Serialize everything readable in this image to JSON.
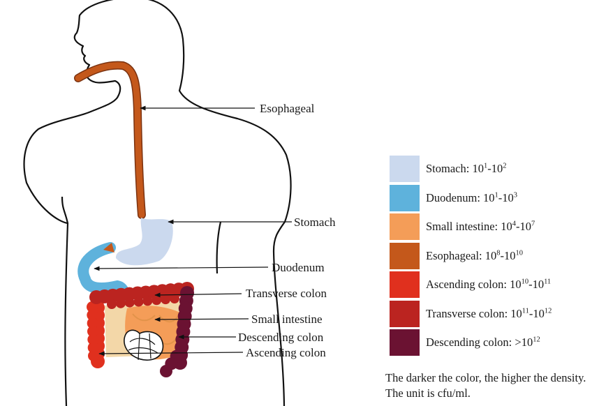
{
  "labels": {
    "esophageal": "Esophageal",
    "stomach": "Stomach",
    "duodenum": "Duodenum",
    "transverse_colon": "Transverse colon",
    "small_intestine": "Small intestine",
    "descending_colon": "Descending colon",
    "ascending_colon": "Ascending colon"
  },
  "legend": [
    {
      "name": "Stomach: ",
      "low_base": "10",
      "low_exp": "1",
      "sep": "-",
      "high_base": "10",
      "high_exp": "2",
      "color": "#cbd9ee"
    },
    {
      "name": "Duodenum: ",
      "low_base": "10",
      "low_exp": "1",
      "sep": "-",
      "high_base": "10",
      "high_exp": "3",
      "color": "#5eb2dc"
    },
    {
      "name": "Small intestine: ",
      "low_base": "10",
      "low_exp": "4",
      "sep": "-",
      "high_base": "10",
      "high_exp": "7",
      "color": "#f49d58"
    },
    {
      "name": "Esophageal: ",
      "low_base": "10",
      "low_exp": "8",
      "sep": "-",
      "high_base": "10",
      "high_exp": "10",
      "color": "#c4581b"
    },
    {
      "name": "Ascending colon: ",
      "low_base": "10",
      "low_exp": "10",
      "sep": "-",
      "high_base": "10",
      "high_exp": "11",
      "color": "#e0301e"
    },
    {
      "name": "Transverse colon: ",
      "low_base": "10",
      "low_exp": "11",
      "sep": "-",
      "high_base": "10",
      "high_exp": "12",
      "color": "#bb2420"
    },
    {
      "name": "Descending colon: ",
      "low_base": ">10",
      "low_exp": "12",
      "sep": "",
      "high_base": "",
      "high_exp": "",
      "color": "#6b1232"
    }
  ],
  "note": "The darker the color, the higher the density. The unit is cfu/ml.",
  "colors": {
    "stomach": "#cbd9ee",
    "duodenum": "#5eb2dc",
    "small_intestine": "#f49d58",
    "small_intestine_pale": "#f3d7a8",
    "esophageal": "#c4581b",
    "ascending_colon": "#e0301e",
    "transverse_colon": "#bb2420",
    "descending_colon": "#6b1232"
  }
}
